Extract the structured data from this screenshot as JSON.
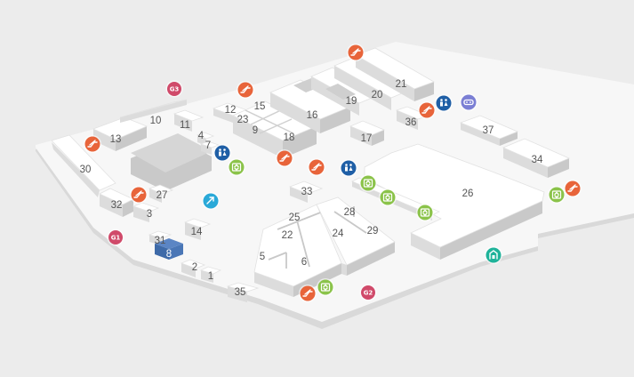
{
  "colors": {
    "background": "#ececec",
    "floor": "#f7f7f7",
    "unit": "#ffffff",
    "unit_highlight": "#5b85c4",
    "escalator": "#e8643a",
    "restroom": "#1f5fa6",
    "elevator": "#8bc34a",
    "gate": "#d04a6a",
    "parking": "#7b7fd4",
    "atm": "#2aa9d8",
    "exit": "#1fb39a"
  },
  "units": [
    {
      "id": "u1",
      "label": "1"
    },
    {
      "id": "u2",
      "label": "2"
    },
    {
      "id": "u3",
      "label": "3"
    },
    {
      "id": "u4",
      "label": "4"
    },
    {
      "id": "u5",
      "label": "5"
    },
    {
      "id": "u6",
      "label": "6"
    },
    {
      "id": "u7",
      "label": "7"
    },
    {
      "id": "u8",
      "label": "8",
      "highlighted": true
    },
    {
      "id": "u9",
      "label": "9"
    },
    {
      "id": "u10",
      "label": "10"
    },
    {
      "id": "u11",
      "label": "11"
    },
    {
      "id": "u12",
      "label": "12"
    },
    {
      "id": "u13",
      "label": "13"
    },
    {
      "id": "u14",
      "label": "14"
    },
    {
      "id": "u15",
      "label": "15"
    },
    {
      "id": "u16",
      "label": "16"
    },
    {
      "id": "u17",
      "label": "17"
    },
    {
      "id": "u18",
      "label": "18"
    },
    {
      "id": "u19",
      "label": "19"
    },
    {
      "id": "u20",
      "label": "20"
    },
    {
      "id": "u21",
      "label": "21"
    },
    {
      "id": "u22",
      "label": "22"
    },
    {
      "id": "u23",
      "label": "23"
    },
    {
      "id": "u24",
      "label": "24"
    },
    {
      "id": "u25",
      "label": "25"
    },
    {
      "id": "u26",
      "label": "26"
    },
    {
      "id": "u27",
      "label": "27"
    },
    {
      "id": "u28",
      "label": "28"
    },
    {
      "id": "u29",
      "label": "29"
    },
    {
      "id": "u30",
      "label": "30"
    },
    {
      "id": "u31",
      "label": "31"
    },
    {
      "id": "u32",
      "label": "32"
    },
    {
      "id": "u33",
      "label": "33"
    },
    {
      "id": "u34",
      "label": "34"
    },
    {
      "id": "u35",
      "label": "35"
    },
    {
      "id": "u36",
      "label": "36"
    },
    {
      "id": "u37",
      "label": "37"
    }
  ],
  "gates": [
    {
      "id": "g1",
      "label": "G1"
    },
    {
      "id": "g2",
      "label": "G2"
    },
    {
      "id": "g3",
      "label": "G3"
    }
  ],
  "markers": [
    {
      "type": "escalator",
      "icon": "escalator-icon"
    },
    {
      "type": "restroom",
      "icon": "restroom-icon"
    },
    {
      "type": "elevator",
      "icon": "elevator-icon"
    },
    {
      "type": "parking",
      "icon": "parking-icon"
    },
    {
      "type": "atm",
      "icon": "atm-icon"
    },
    {
      "type": "exit",
      "icon": "exit-icon"
    }
  ]
}
